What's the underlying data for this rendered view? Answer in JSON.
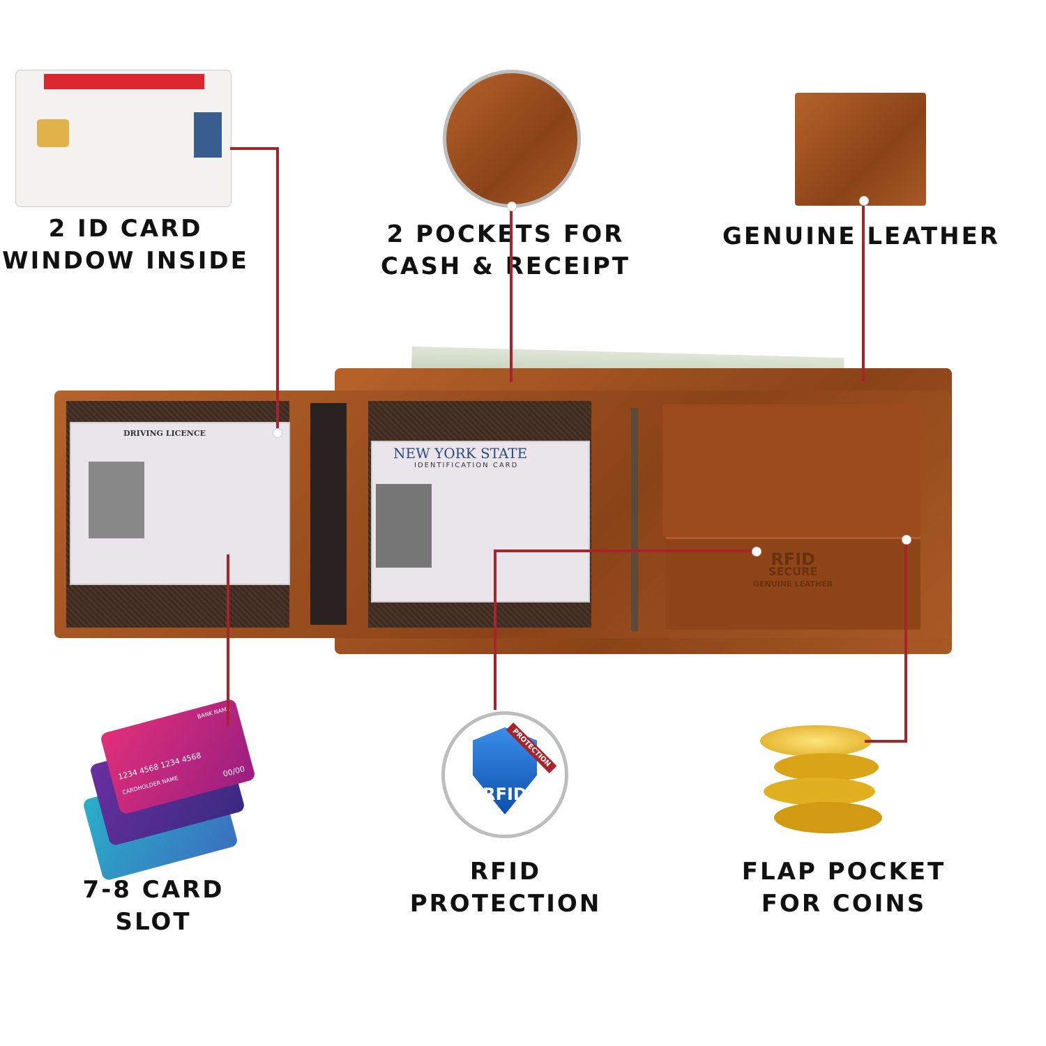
{
  "accent_color": "#a8232a",
  "features": {
    "id_window": {
      "line1": "2 ID CARD",
      "line2": "WINDOW INSIDE"
    },
    "pockets": {
      "line1": "2 POCKETS FOR",
      "line2": "CASH & RECEIPT"
    },
    "leather": {
      "line1": "GENUINE LEATHER"
    },
    "card_slot": {
      "line1": "7-8 CARD",
      "line2": "SLOT"
    },
    "rfid": {
      "line1": "RFID",
      "line2": "PROTECTION"
    },
    "flap": {
      "line1": "FLAP POCKET",
      "line2": "FOR COINS"
    }
  },
  "rfid_badge": {
    "ribbon": "PROTECTION",
    "text": "RFID"
  },
  "wallet": {
    "emboss_1": "RFID",
    "emboss_2": "SECURE",
    "emboss_3": "GENUINE LEATHER",
    "left_card_title": "DRIVING LICENCE",
    "right_card_title": "NEW YORK STATE",
    "right_card_subtitle": "IDENTIFICATION CARD"
  },
  "credit_cards": {
    "number": "1234 4568 1234 4568",
    "holder": "CARDHOLDER NAME",
    "bank": "BANK NAME",
    "expiry": "00/00"
  }
}
